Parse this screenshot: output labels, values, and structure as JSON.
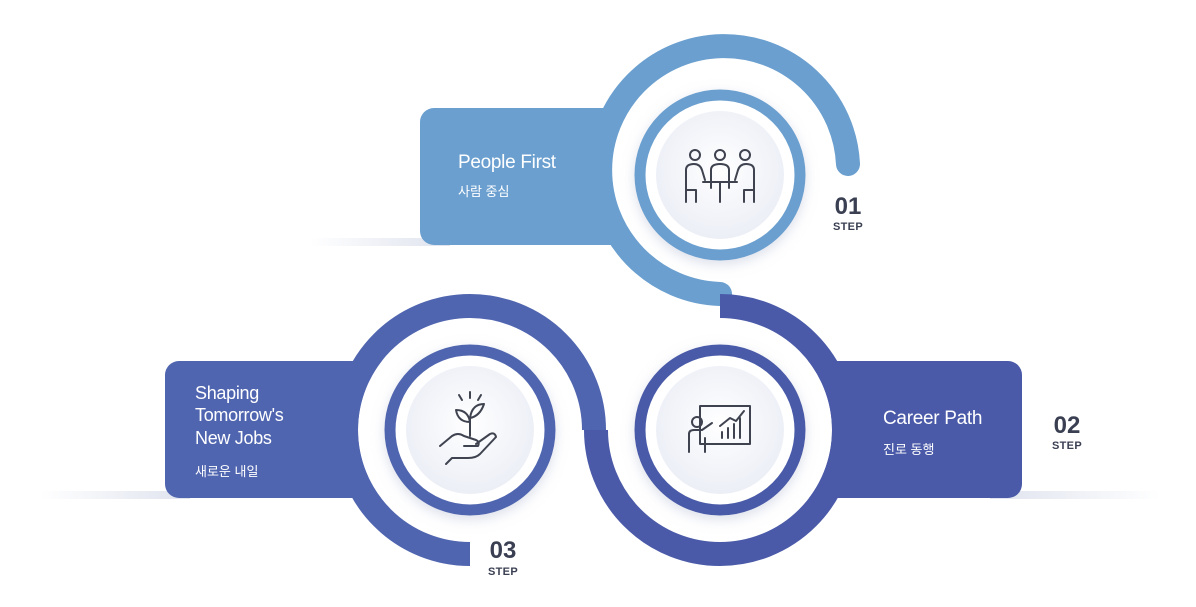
{
  "steps": [
    {
      "title": "People First",
      "subtitle": "사람 중심",
      "number": "01",
      "label": "STEP",
      "icon": "meeting-people-icon",
      "color": "#6a9fcf"
    },
    {
      "title": "Career Path",
      "subtitle": "진로 동행",
      "number": "02",
      "label": "STEP",
      "icon": "presentation-chart-icon",
      "color": "#4a5aa8"
    },
    {
      "title": "Shaping Tomorrow's New Jobs",
      "title_lines": [
        "Shaping",
        "Tomorrow's",
        "New Jobs"
      ],
      "subtitle": "새로운 내일",
      "number": "03",
      "label": "STEP",
      "icon": "hand-sprout-icon",
      "color": "#5065b0"
    }
  ],
  "colors": {
    "light_blue": "#6a9fcf",
    "indigo": "#4a5aa8",
    "blue": "#5065b0",
    "icon_stroke": "#3f4350",
    "text_dark": "#3a3f52"
  }
}
